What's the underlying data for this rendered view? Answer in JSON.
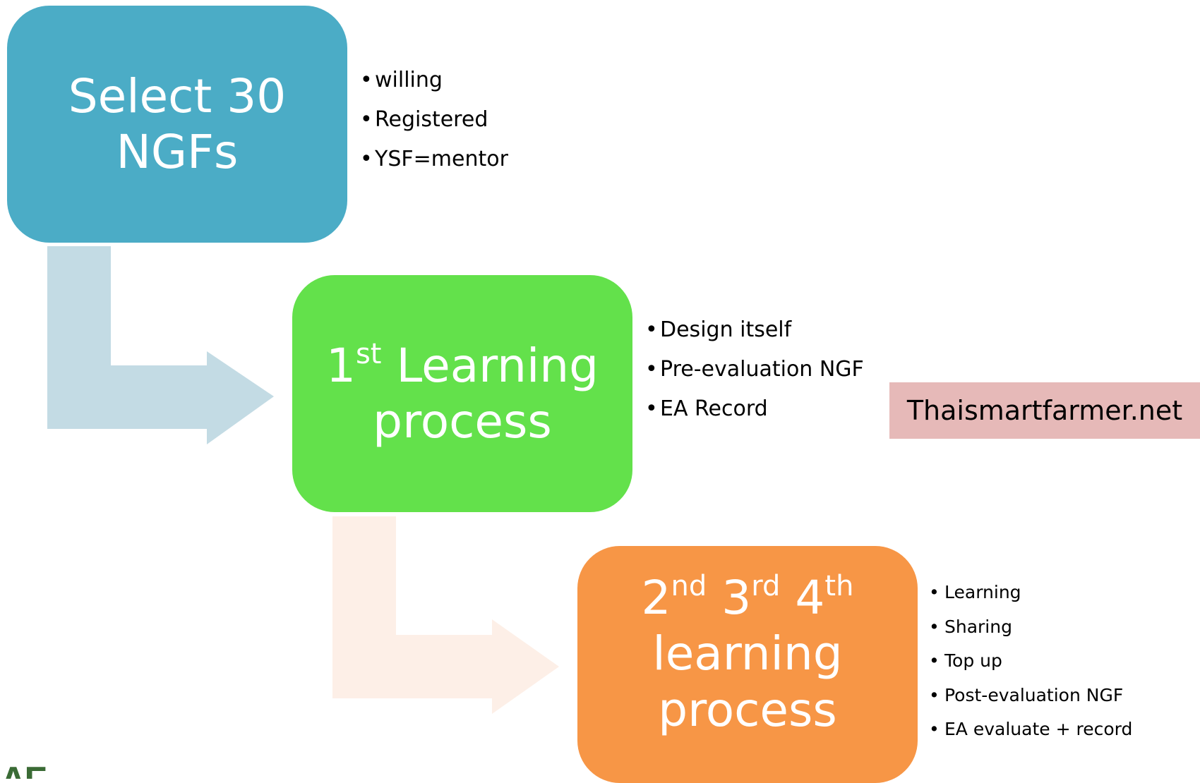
{
  "steps": [
    {
      "title_lines": [
        "Select 30",
        "NGFs"
      ],
      "bullets": [
        "willing",
        "Registered",
        "YSF=mentor"
      ]
    },
    {
      "ordinal": "1",
      "ordinal_suffix": "st",
      "title_rest": " Learning",
      "title_line2": "process",
      "bullets": [
        "Design itself",
        "Pre-evaluation NGF",
        "EA Record"
      ]
    },
    {
      "ordinals": [
        {
          "num": "2",
          "suffix": "nd"
        },
        {
          "num": "3",
          "suffix": "rd"
        },
        {
          "num": "4",
          "suffix": "th"
        }
      ],
      "title_line2": "learning",
      "title_line3": "process",
      "bullets": [
        "Learning",
        "Sharing",
        "Top up",
        "Post-evaluation NGF",
        "EA evaluate + record"
      ]
    }
  ],
  "website_label": "Thaismartfarmer.net",
  "logo_text": "AF",
  "colors": {
    "step1": "#4bacc6",
    "step2": "#63e14b",
    "step3": "#f79646",
    "connector1": "#c3dbe4",
    "connector2": "#fdefe7",
    "label_bg": "#e6b9b8"
  },
  "icons": {
    "connector1": "bent-arrow-icon",
    "connector2": "bent-arrow-icon"
  }
}
